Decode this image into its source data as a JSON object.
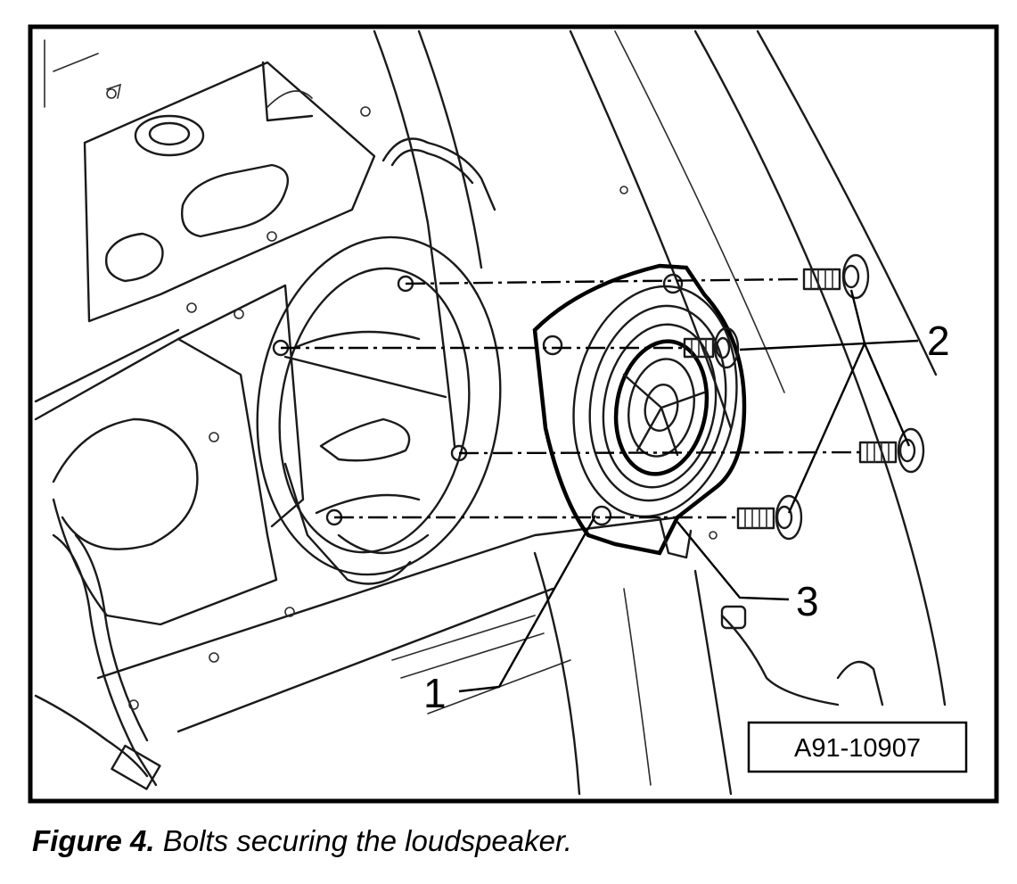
{
  "figure": {
    "callouts": {
      "one": "1",
      "two": "2",
      "three": "3"
    },
    "reference_code": "A91-10907"
  },
  "caption": {
    "label": "Figure 4.",
    "text": "Bolts securing the loudspeaker."
  }
}
